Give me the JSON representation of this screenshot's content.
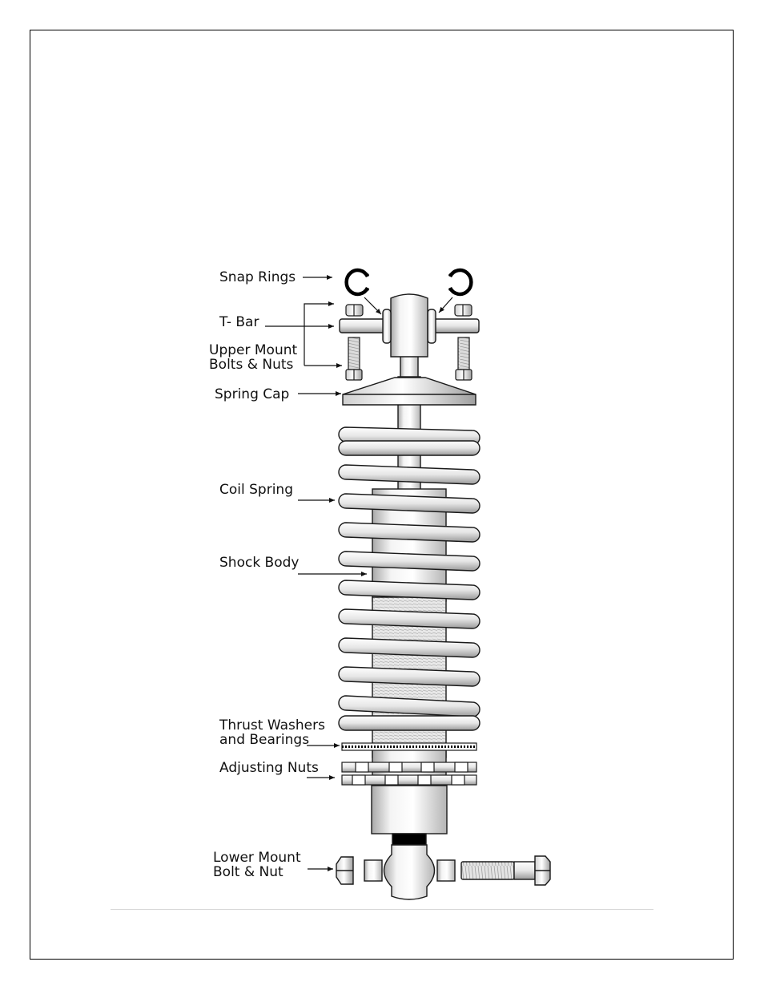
{
  "diagram": {
    "labels": {
      "snap_rings": "Snap Rings",
      "t_bar": "T- Bar",
      "upper_mount_1": "Upper Mount",
      "upper_mount_2": "Bolts & Nuts",
      "spring_cap": "Spring Cap",
      "coil_spring": "Coil Spring",
      "shock_body": "Shock Body",
      "thrust_1": "Thrust Washers",
      "thrust_2": "and Bearings",
      "adjusting_nuts": "Adjusting Nuts",
      "lower_mount_1": "Lower Mount",
      "lower_mount_2": "Bolt & Nut"
    },
    "colors": {
      "outline": "#1a1a1a",
      "metal_light": "#f2f2f2",
      "metal_mid": "#c9c9c9",
      "metal_dark": "#8f8f8f",
      "band": "#000000"
    }
  }
}
